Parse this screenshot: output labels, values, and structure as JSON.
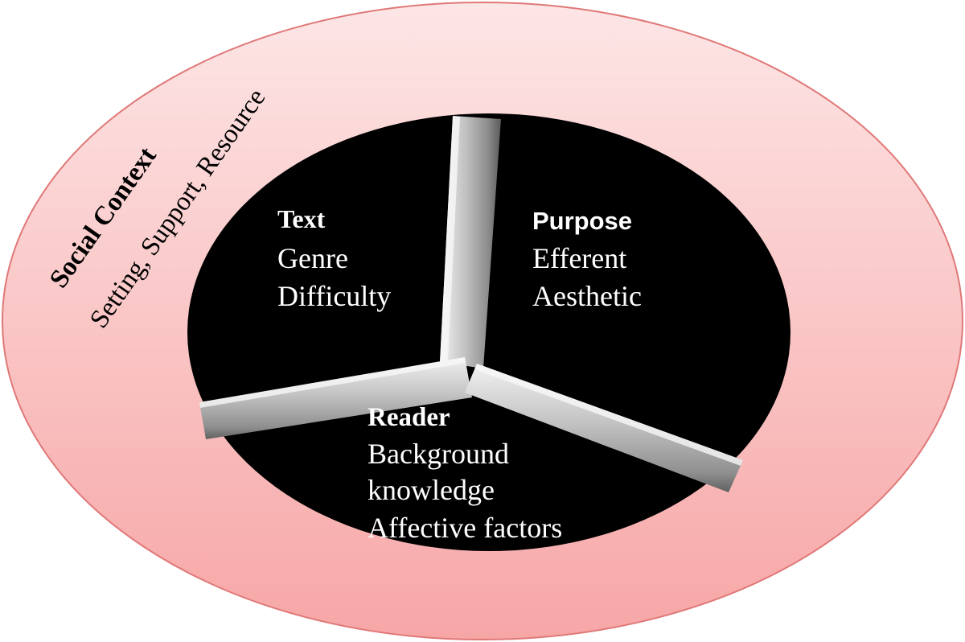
{
  "social_context": {
    "title": "Social Context",
    "subtitle": "Setting, Support, Resource"
  },
  "sections": {
    "text": {
      "title": "Text",
      "lines": [
        "Genre",
        "Difficulty"
      ]
    },
    "purpose": {
      "title": "Purpose",
      "lines": [
        "Efferent",
        "Aesthetic"
      ]
    },
    "reader": {
      "title": "Reader",
      "lines": [
        "Background",
        "knowledge",
        "Affective factors"
      ]
    }
  },
  "colors": {
    "outer_fill_top": "#fde4e4",
    "outer_fill_bottom": "#f6a3a3",
    "outer_stroke": "#e07878",
    "inner_fill": "#000000",
    "text_on_dark": "#ffffff",
    "text_on_light": "#000000"
  }
}
